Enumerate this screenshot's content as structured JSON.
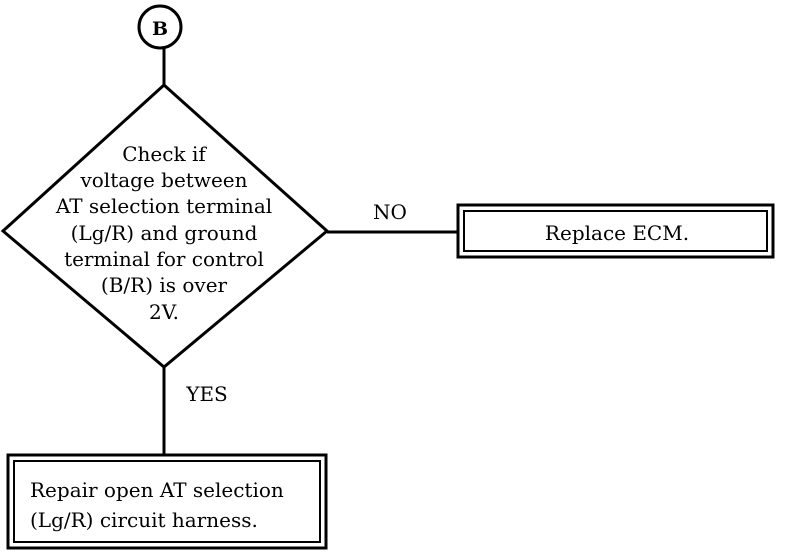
{
  "connector": {
    "label": "B"
  },
  "decision": {
    "lines": [
      "Check if",
      "voltage between",
      "AT selection terminal",
      "(Lg/R) and ground",
      "terminal for control",
      "(B/R) is over",
      "2V."
    ]
  },
  "branches": {
    "no_label": "NO",
    "yes_label": "YES"
  },
  "no_action": {
    "text": "Replace ECM."
  },
  "yes_action": {
    "lines": [
      "Repair open AT selection",
      "(Lg/R) circuit harness."
    ]
  }
}
